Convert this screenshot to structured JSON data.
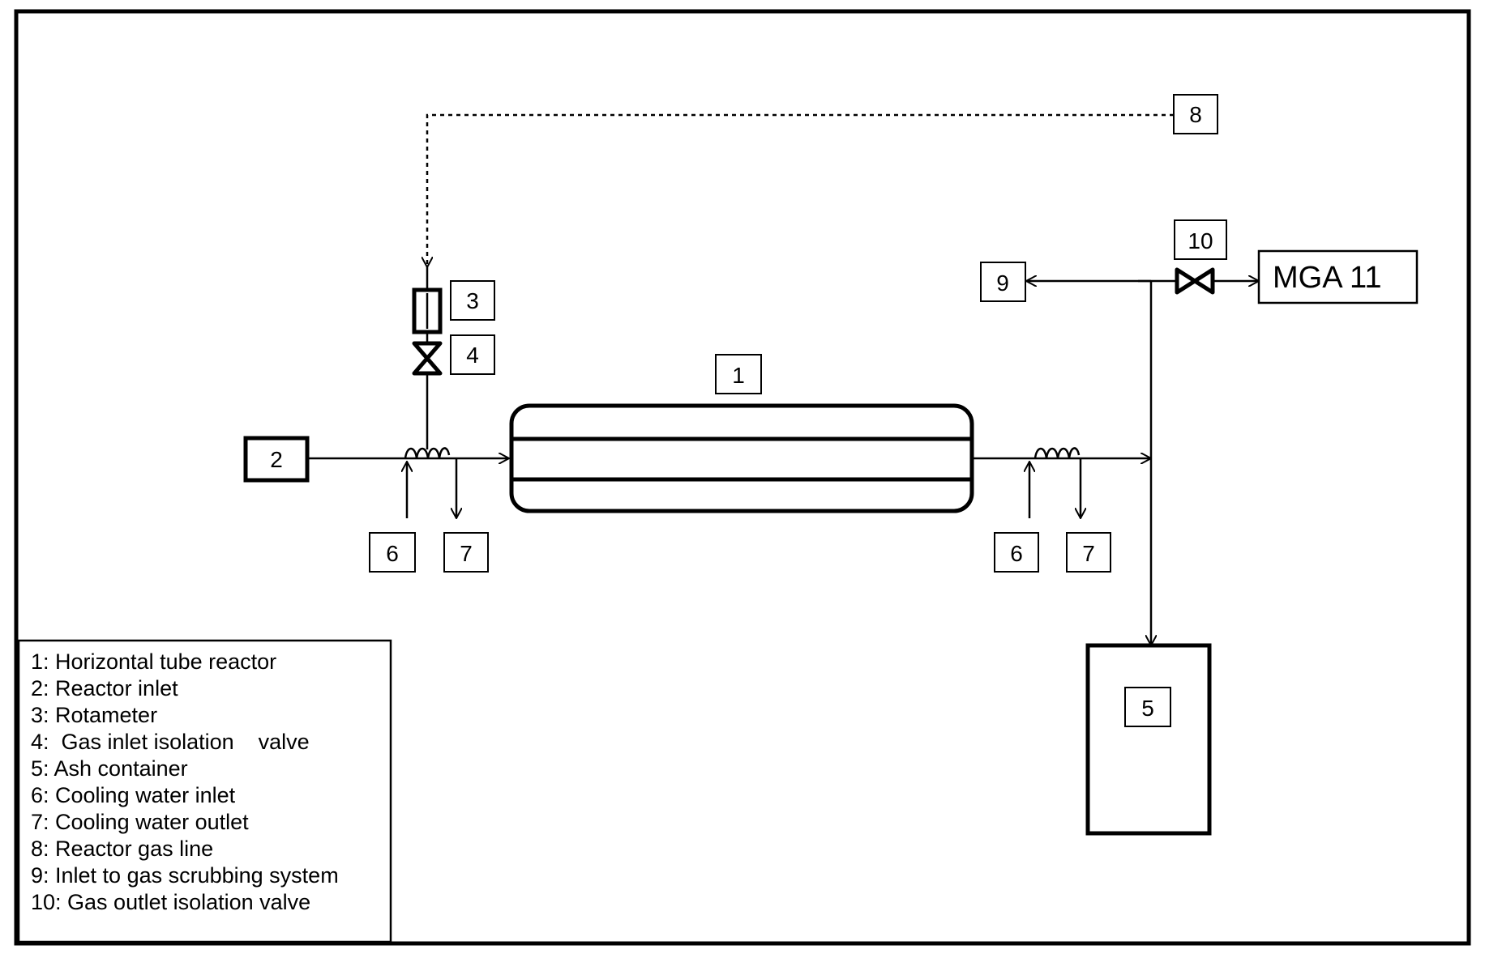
{
  "labels": {
    "reactor": "1",
    "reactor_inlet": "2",
    "rotameter": "3",
    "inlet_valve": "4",
    "ash_container": "5",
    "cooling_in_left": "6",
    "cooling_out_left": "7",
    "cooling_in_right": "6",
    "cooling_out_right": "7",
    "gas_line": "8",
    "scrubbing": "9",
    "outlet_valve": "10",
    "analyzer": "MGA 11"
  },
  "legend": [
    "1: Horizontal tube reactor",
    "2: Reactor inlet",
    "3: Rotameter",
    "4:  Gas inlet isolation    valve",
    "5: Ash container",
    "6: Cooling water inlet",
    "7: Cooling water outlet",
    "8: Reactor gas line",
    "9: Inlet to gas scrubbing system",
    "10: Gas outlet isolation valve"
  ]
}
